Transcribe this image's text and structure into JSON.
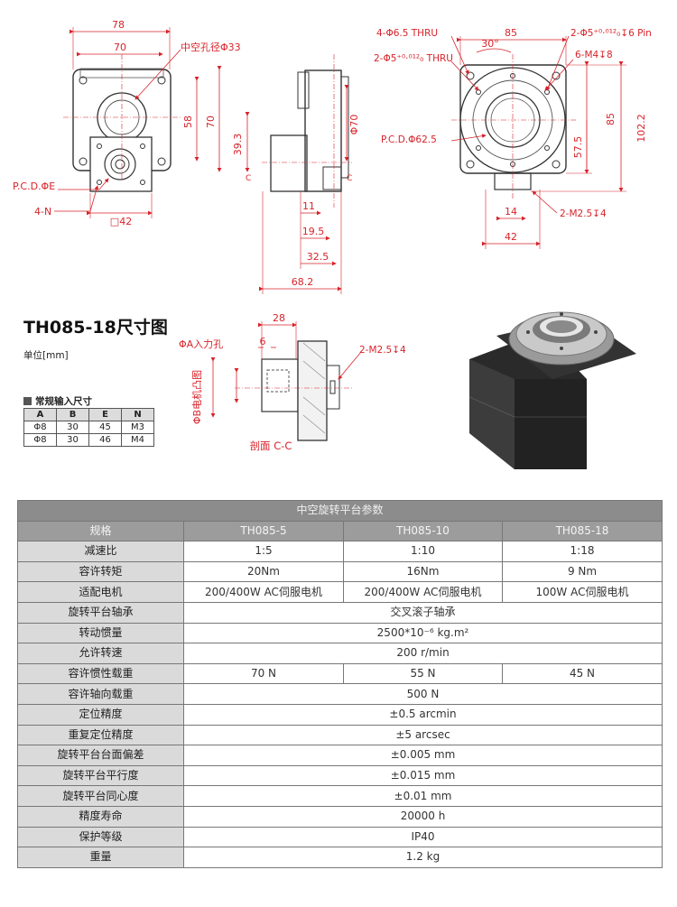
{
  "drawings": {
    "front": {
      "dims": [
        "78",
        "70",
        "58",
        "70",
        "□42"
      ],
      "notes": [
        "中空孔径Φ33",
        "P.C.D.ΦE",
        "4-N"
      ]
    },
    "side": {
      "dims": [
        "39.3",
        "Φ70",
        "11",
        "19.5",
        "32.5",
        "68.2"
      ],
      "section_marks": [
        "C",
        "C"
      ]
    },
    "top": {
      "dims": [
        "85",
        "30°",
        "85",
        "102.2",
        "57.5",
        "14",
        "42"
      ],
      "notes": [
        "4-Φ6.5 THRU",
        "2-Φ5⁺⁰·⁰¹²₀ THRU",
        "P.C.D.Φ62.5",
        "2-Φ5⁺⁰·⁰¹²₀↧6 Pin",
        "6-M4↧8",
        "2-M2.5↧4"
      ]
    },
    "section": {
      "dims": [
        "28",
        "6"
      ],
      "notes": [
        "ΦA入力孔",
        "ΦB电机凸图",
        "2-M2.5↧4",
        "剖面 C-C"
      ]
    }
  },
  "title": "TH085-18尺寸图",
  "unit_label": "单位[mm]",
  "input_table": {
    "title": "常规输入尺寸",
    "headers": [
      "A",
      "B",
      "E",
      "N"
    ],
    "rows": [
      [
        "Φ8",
        "30",
        "45",
        "M3"
      ],
      [
        "Φ8",
        "30",
        "46",
        "M4"
      ]
    ]
  },
  "spec_table": {
    "title": "中空旋转平台参数",
    "headers": [
      "规格",
      "TH085-5",
      "TH085-10",
      "TH085-18"
    ],
    "rows": [
      {
        "label": "减速比",
        "values": [
          "1:5",
          "1:10",
          "1:18"
        ]
      },
      {
        "label": "容许转矩",
        "values": [
          "20Nm",
          "16Nm",
          "9 Nm"
        ]
      },
      {
        "label": "适配电机",
        "values": [
          "200/400W AC伺服电机",
          "200/400W AC伺服电机",
          "100W AC伺服电机"
        ]
      },
      {
        "label": "旋转平台轴承",
        "values": [
          "交叉滚子轴承"
        ]
      },
      {
        "label": "转动惯量",
        "values": [
          "2500*10⁻⁶ kg.m²"
        ]
      },
      {
        "label": "允许转速",
        "values": [
          "200 r/min"
        ]
      },
      {
        "label": "容许惯性载重",
        "values": [
          "70 N",
          "55 N",
          "45 N"
        ]
      },
      {
        "label": "容许轴向载重",
        "values": [
          "500 N"
        ]
      },
      {
        "label": "定位精度",
        "values": [
          "±0.5 arcmin"
        ]
      },
      {
        "label": "重复定位精度",
        "values": [
          "±5 arcsec"
        ]
      },
      {
        "label": "旋转平台台面偏差",
        "values": [
          "±0.005 mm"
        ]
      },
      {
        "label": "旋转平台平行度",
        "values": [
          "±0.015 mm"
        ]
      },
      {
        "label": "旋转平台同心度",
        "values": [
          "±0.01 mm"
        ]
      },
      {
        "label": "精度寿命",
        "values": [
          "20000 h"
        ]
      },
      {
        "label": "保护等级",
        "values": [
          "IP40"
        ]
      },
      {
        "label": "重量",
        "values": [
          "1.2 kg"
        ]
      }
    ]
  },
  "colors": {
    "dimension_red": "#d8232a",
    "table_header": "#8c8c8c",
    "label_cell": "#dadada"
  }
}
